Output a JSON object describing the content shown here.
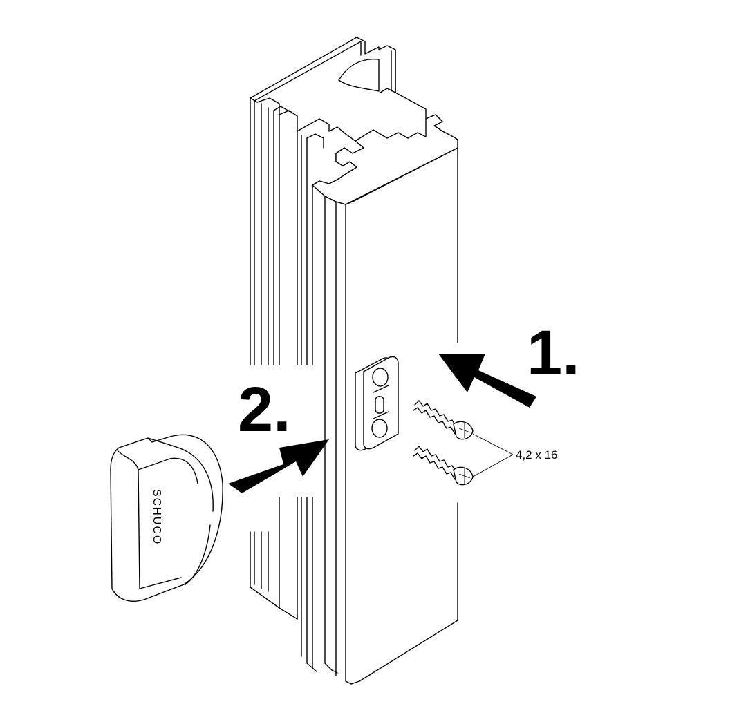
{
  "steps": {
    "step1": "1.",
    "step2": "2."
  },
  "screw_spec": "4,2 x 16",
  "cap_brand": "SCHÜCO",
  "colors": {
    "line": "#000000",
    "background": "#ffffff"
  }
}
